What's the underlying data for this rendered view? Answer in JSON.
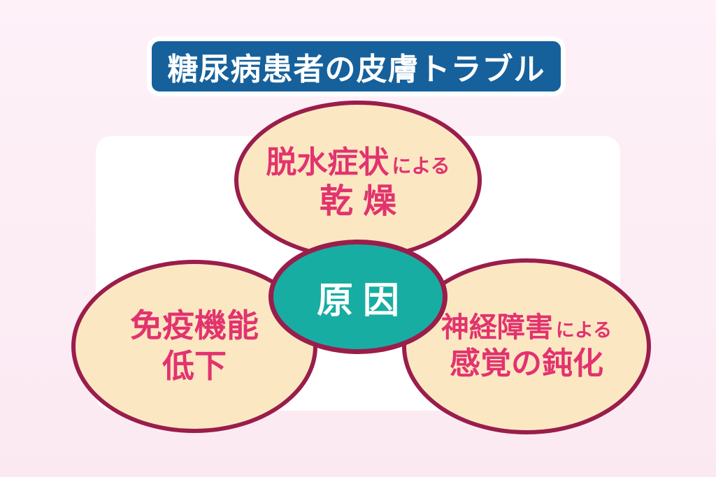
{
  "header": {
    "title": "糖尿病患者の皮膚トラブル"
  },
  "center": {
    "label": "原因"
  },
  "bubbles": {
    "top": {
      "emphasis": "脱水症状",
      "connector": "による",
      "result": "乾燥"
    },
    "left": {
      "line1": "免疫機能",
      "line2": "低下"
    },
    "right": {
      "emphasis": "神経障害",
      "connector": "による",
      "result": "感覚の鈍化"
    }
  },
  "colors": {
    "background_pink": "#fbe9f2",
    "panel_white": "#ffffff",
    "header_blue": "#16619b",
    "bubble_cream": "#fbe8c3",
    "border_maroon": "#9a1d4b",
    "text_pink": "#e2336f",
    "center_teal": "#18ada3",
    "center_text": "#ffffff"
  }
}
